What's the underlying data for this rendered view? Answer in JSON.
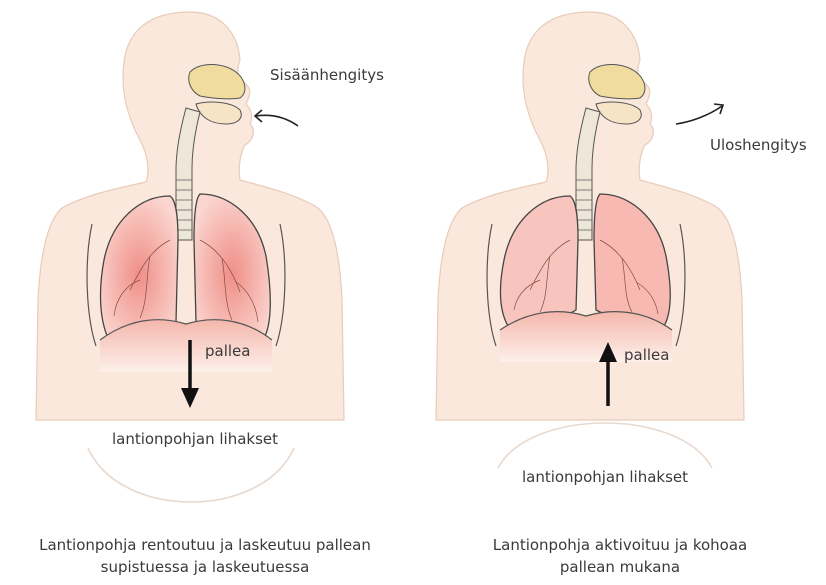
{
  "left_panel": {
    "breath_label": "Sisäänhengitys",
    "diaphragm_label": "pallea",
    "pelvic_label": "lantionpohjan lihakset",
    "caption_line1": "Lantionpohja rentoutuu ja laskeutuu pallean",
    "caption_line2": "supistuessa ja laskeutuessa",
    "arrow_direction": "down"
  },
  "right_panel": {
    "breath_label": "Uloshengitys",
    "diaphragm_label": "pallea",
    "pelvic_label": "lantionpohjan lihakset",
    "caption_line1": "Lantionpohja aktivoituu ja kohoaa",
    "caption_line2": "pallean mukana",
    "arrow_direction": "up"
  },
  "colors": {
    "skin": "#fbe8dc",
    "lung": "#f4b0aa",
    "airway": "#f0dc9e",
    "diaphragm": "#f6c6bd",
    "outline": "#3a3a3a"
  }
}
